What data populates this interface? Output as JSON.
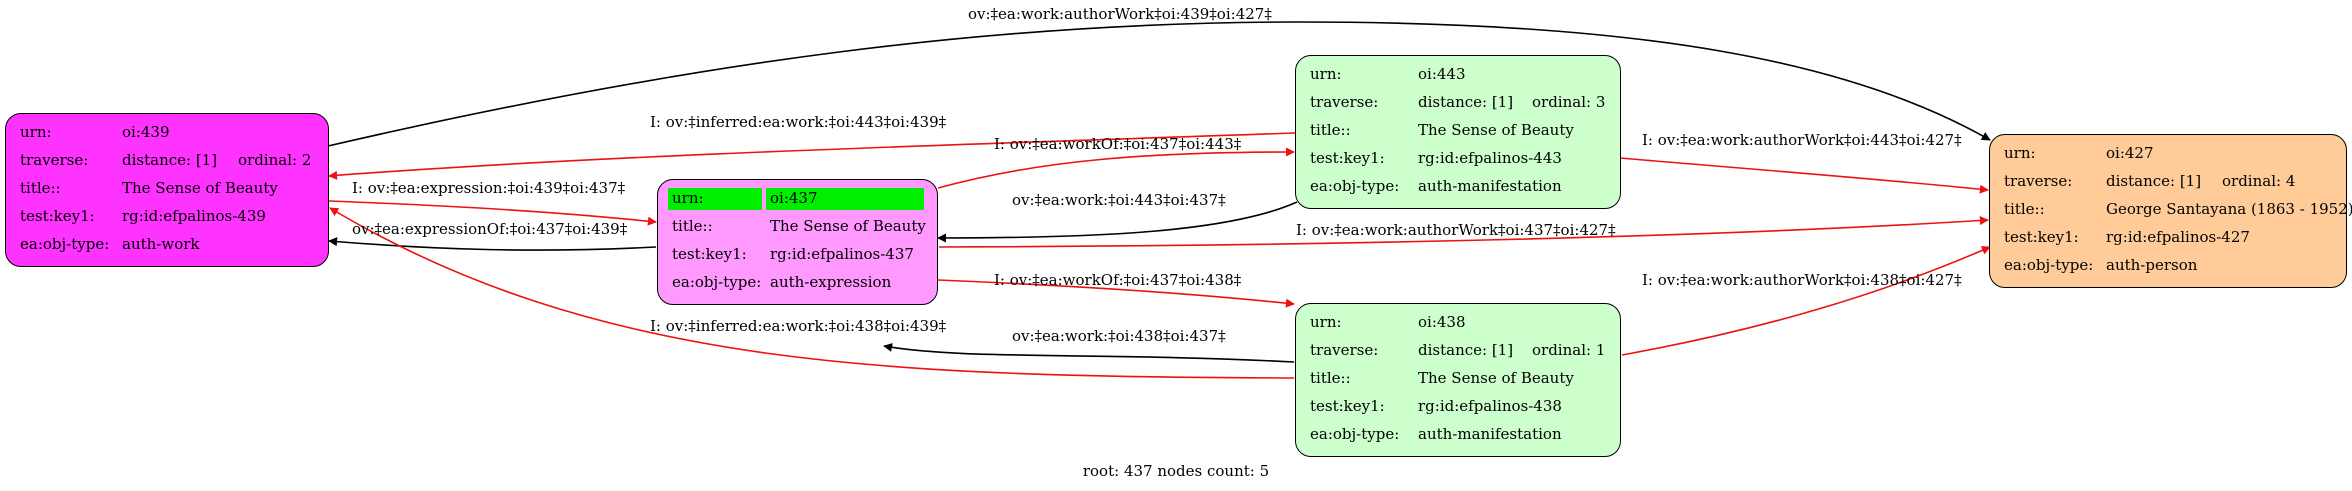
{
  "colors": {
    "work_fill": "#ff33ff",
    "expression_fill": "#ff99ff",
    "manifestation_fill": "#ccffcc",
    "person_fill": "#ffcc99",
    "highlight": "#00ee00",
    "edge_black": "#000000",
    "edge_red": "#ee1111"
  },
  "nodes": {
    "n439": {
      "rows": [
        {
          "key": "urn:",
          "value": "oi:439"
        },
        {
          "key": "traverse:",
          "value": "distance: [1]",
          "extra": "ordinal: 2"
        },
        {
          "key": "title::",
          "value": "The Sense of Beauty"
        },
        {
          "key": "test:key1:",
          "value": "rg:id:efpalinos-439"
        },
        {
          "key": "ea:obj-type:",
          "value": "auth-work"
        }
      ]
    },
    "n437": {
      "rows": [
        {
          "key": "urn:",
          "value": "oi:437"
        },
        {
          "key": "title::",
          "value": "The Sense of Beauty"
        },
        {
          "key": "test:key1:",
          "value": "rg:id:efpalinos-437"
        },
        {
          "key": "ea:obj-type:",
          "value": "auth-expression"
        }
      ]
    },
    "n443": {
      "rows": [
        {
          "key": "urn:",
          "value": "oi:443"
        },
        {
          "key": "traverse:",
          "value": "distance: [1]",
          "extra": "ordinal: 3"
        },
        {
          "key": "title::",
          "value": "The Sense of Beauty"
        },
        {
          "key": "test:key1:",
          "value": "rg:id:efpalinos-443"
        },
        {
          "key": "ea:obj-type:",
          "value": "auth-manifestation"
        }
      ]
    },
    "n438": {
      "rows": [
        {
          "key": "urn:",
          "value": "oi:438"
        },
        {
          "key": "traverse:",
          "value": "distance: [1]",
          "extra": "ordinal: 1"
        },
        {
          "key": "title::",
          "value": "The Sense of Beauty"
        },
        {
          "key": "test:key1:",
          "value": "rg:id:efpalinos-438"
        },
        {
          "key": "ea:obj-type:",
          "value": "auth-manifestation"
        }
      ]
    },
    "n427": {
      "rows": [
        {
          "key": "urn:",
          "value": "oi:427"
        },
        {
          "key": "traverse:",
          "value": "distance: [1]",
          "extra": "ordinal: 4"
        },
        {
          "key": "title::",
          "value": "George Santayana (1863 - 1952)"
        },
        {
          "key": "test:key1:",
          "value": "rg:id:efpalinos-427"
        },
        {
          "key": "ea:obj-type:",
          "value": "auth-person"
        }
      ]
    }
  },
  "edges": [
    {
      "label": "ov:‡ea:work:authorWork‡oi:439‡oi:427‡",
      "color": "black"
    },
    {
      "label": "I: ov:‡inferred:ea:work:‡oi:443‡oi:439‡",
      "color": "red"
    },
    {
      "label": "I: ov:‡ea:workOf:‡oi:437‡oi:443‡",
      "color": "red"
    },
    {
      "label": "I: ov:‡ea:work:authorWork‡oi:443‡oi:427‡",
      "color": "red"
    },
    {
      "label": "I: ov:‡ea:expression:‡oi:439‡oi:437‡",
      "color": "red"
    },
    {
      "label": "ov:‡ea:work:‡oi:443‡oi:437‡",
      "color": "black"
    },
    {
      "label": "ov:‡ea:expressionOf:‡oi:437‡oi:439‡",
      "color": "black"
    },
    {
      "label": "I: ov:‡ea:work:authorWork‡oi:437‡oi:427‡",
      "color": "red"
    },
    {
      "label": "I: ov:‡ea:workOf:‡oi:437‡oi:438‡",
      "color": "red"
    },
    {
      "label": "I: ov:‡ea:work:authorWork‡oi:438‡oi:427‡",
      "color": "red"
    },
    {
      "label": "I: ov:‡inferred:ea:work:‡oi:438‡oi:439‡",
      "color": "red"
    },
    {
      "label": "ov:‡ea:work:‡oi:438‡oi:437‡",
      "color": "black"
    }
  ],
  "footer": "root: 437 nodes count: 5"
}
